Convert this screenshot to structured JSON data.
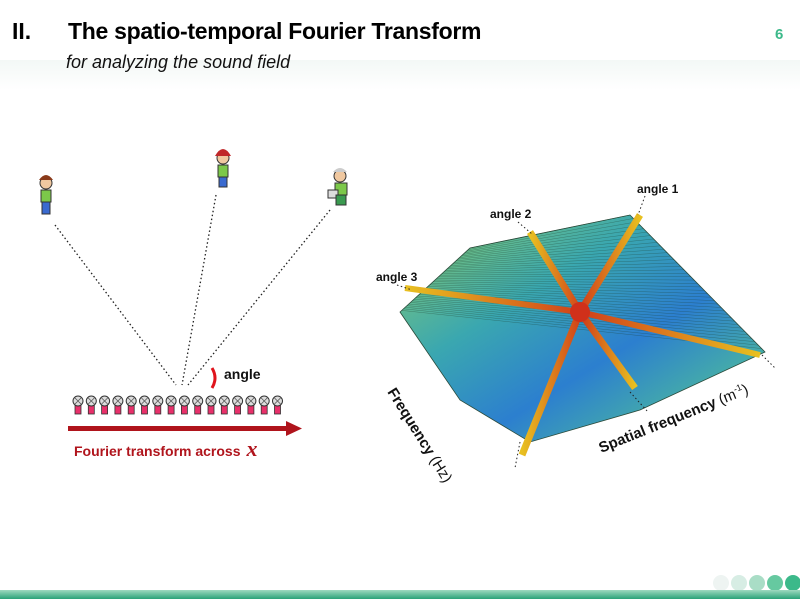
{
  "header": {
    "section_number": "II.",
    "title": "The spatio-temporal Fourier Transform",
    "subtitle": "for analyzing the sound field",
    "page_number": "6"
  },
  "left": {
    "angle_label": "angle",
    "transform_label": "Fourier transform across",
    "variable": "x",
    "microphone_count": 16
  },
  "plot": {
    "angle1": "angle 1",
    "angle2": "angle 2",
    "angle3": "angle 3",
    "freq_axis": "Frequency",
    "freq_unit": "(Hz)",
    "spatial_axis": "Spatial frequency",
    "spatial_unit": "(m",
    "spatial_unit_sup": "-1",
    "spatial_unit_close": ")"
  },
  "colors": {
    "accent": "#3cb98a",
    "arrow": "#b0141c"
  }
}
